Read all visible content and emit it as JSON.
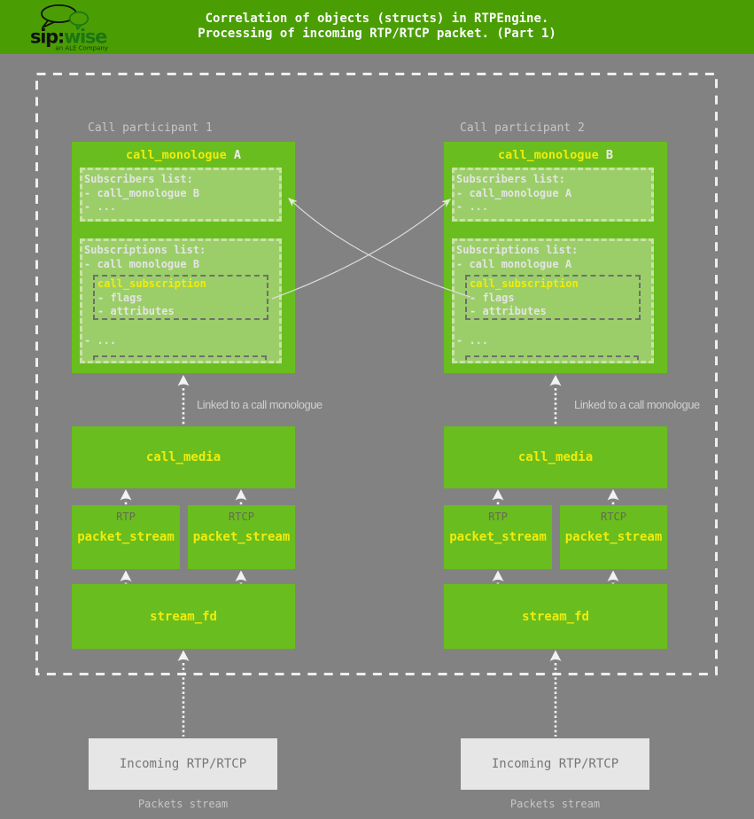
{
  "header": {
    "logo": {
      "brand_sip": "sip:",
      "brand_wise": "wise",
      "tagline": "an ALE Company"
    },
    "title_line1": "Correlation of objects (structs) in RTPEngine.",
    "title_line2": "Processing of incoming RTP/RTCP packet. (Part 1)"
  },
  "diagram": {
    "participants": [
      {
        "label": "Call participant 1",
        "monologue": {
          "title": "call_monologue",
          "instance": " A",
          "subscribers": {
            "title": "Subscribers list:",
            "items": [
              "- call_monologue B",
              "- ..."
            ]
          },
          "subscriptions": {
            "title": "Subscriptions list:",
            "item": "- call monologue B",
            "subscription": {
              "title": "call_subscription",
              "fields": [
                "- flags",
                "- attributes"
              ]
            },
            "ellipsis": "- ..."
          }
        },
        "linked_label": "Linked to a call monologue",
        "call_media": {
          "title": "call_media"
        },
        "packet_streams": [
          {
            "protocol": "RTP",
            "title": "packet_stream"
          },
          {
            "protocol": "RTCP",
            "title": "packet_stream"
          }
        ],
        "stream_fd": {
          "title": "stream_fd"
        },
        "incoming": {
          "title": "Incoming RTP/RTCP"
        },
        "packets_label": "Packets stream"
      },
      {
        "label": "Call participant 2",
        "monologue": {
          "title": "call_monologue",
          "instance": " B",
          "subscribers": {
            "title": "Subscribers list:",
            "items": [
              "- call_monologue A",
              "- ..."
            ]
          },
          "subscriptions": {
            "title": "Subscriptions list:",
            "item": "- call monologue A",
            "subscription": {
              "title": "call_subscription",
              "fields": [
                "- flags",
                "- attributes"
              ]
            },
            "ellipsis": "- ..."
          }
        },
        "linked_label": "Linked to a call monologue",
        "call_media": {
          "title": "call_media"
        },
        "packet_streams": [
          {
            "protocol": "RTP",
            "title": "packet_stream"
          },
          {
            "protocol": "RTCP",
            "title": "packet_stream"
          }
        ],
        "stream_fd": {
          "title": "stream_fd"
        },
        "incoming": {
          "title": "Incoming RTP/RTCP"
        },
        "packets_label": "Packets stream"
      }
    ]
  },
  "colors": {
    "header_green": "#4a9e04",
    "box_green": "#69bd1e",
    "panel_green": "#9bce69",
    "accent_yellow": "#f0ec0b",
    "background_gray": "#828282",
    "incoming_gray": "#e6e6e6",
    "logo_green": "#1d7512"
  }
}
